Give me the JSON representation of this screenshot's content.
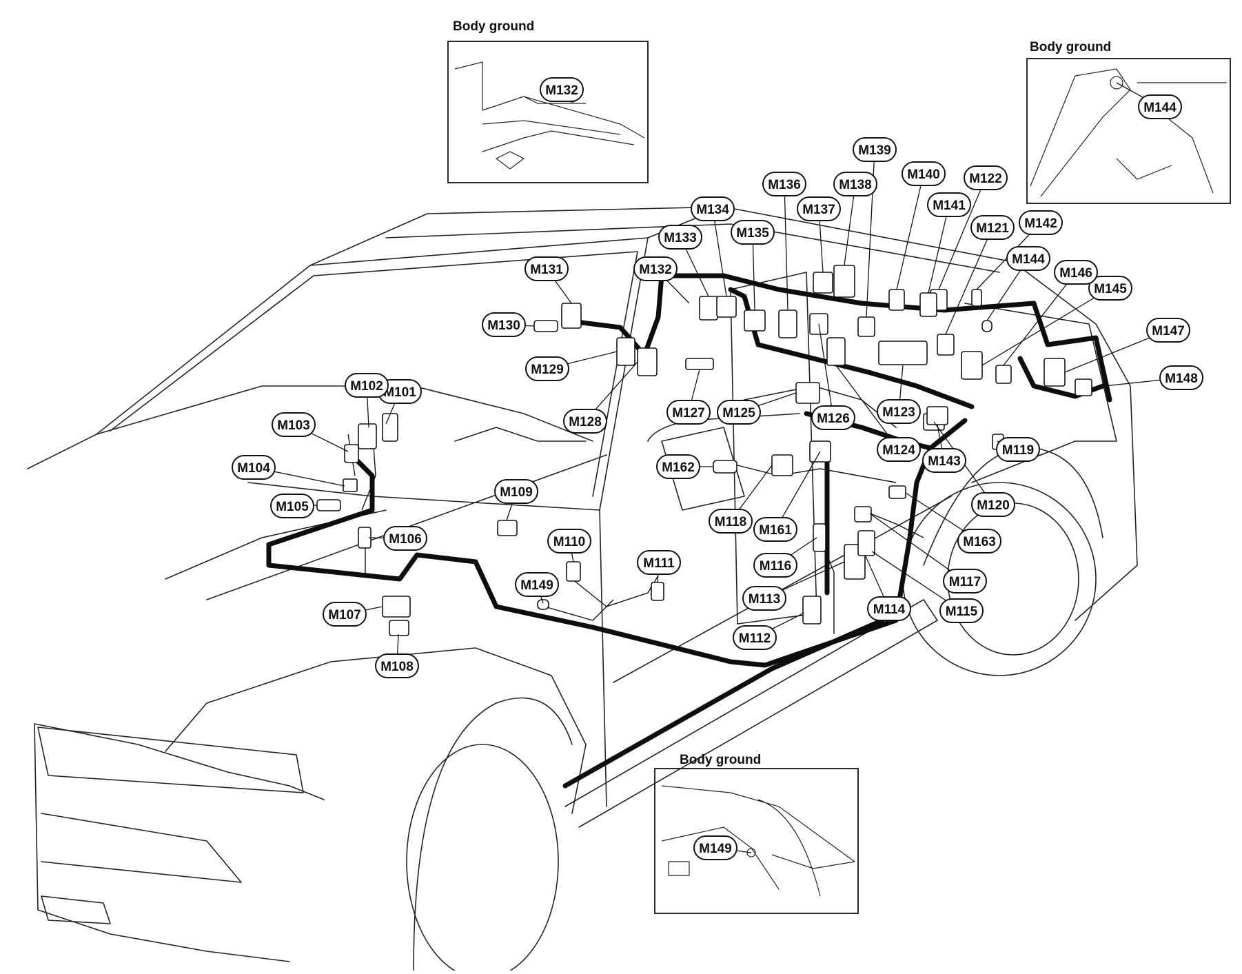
{
  "insets": [
    {
      "id": "inset-m132",
      "title": "Body ground",
      "label": "M132"
    },
    {
      "id": "inset-m144",
      "title": "Body ground",
      "label": "M144"
    },
    {
      "id": "inset-m149",
      "title": "Body ground",
      "label": "M149"
    }
  ],
  "callouts": [
    {
      "label": "M101"
    },
    {
      "label": "M102"
    },
    {
      "label": "M103"
    },
    {
      "label": "M104"
    },
    {
      "label": "M105"
    },
    {
      "label": "M106"
    },
    {
      "label": "M107"
    },
    {
      "label": "M108"
    },
    {
      "label": "M109"
    },
    {
      "label": "M110"
    },
    {
      "label": "M111"
    },
    {
      "label": "M149"
    },
    {
      "label": "M112"
    },
    {
      "label": "M113"
    },
    {
      "label": "M114"
    },
    {
      "label": "M115"
    },
    {
      "label": "M116"
    },
    {
      "label": "M117"
    },
    {
      "label": "M118"
    },
    {
      "label": "M161"
    },
    {
      "label": "M162"
    },
    {
      "label": "M163"
    },
    {
      "label": "M119"
    },
    {
      "label": "M120"
    },
    {
      "label": "M121"
    },
    {
      "label": "M122"
    },
    {
      "label": "M123"
    },
    {
      "label": "M124"
    },
    {
      "label": "M125"
    },
    {
      "label": "M126"
    },
    {
      "label": "M127"
    },
    {
      "label": "M128"
    },
    {
      "label": "M129"
    },
    {
      "label": "M130"
    },
    {
      "label": "M131"
    },
    {
      "label": "M132"
    },
    {
      "label": "M133"
    },
    {
      "label": "M134"
    },
    {
      "label": "M135"
    },
    {
      "label": "M136"
    },
    {
      "label": "M137"
    },
    {
      "label": "M138"
    },
    {
      "label": "M139"
    },
    {
      "label": "M140"
    },
    {
      "label": "M141"
    },
    {
      "label": "M142"
    },
    {
      "label": "M143"
    },
    {
      "label": "M144"
    },
    {
      "label": "M145"
    },
    {
      "label": "M146"
    },
    {
      "label": "M147"
    },
    {
      "label": "M148"
    }
  ],
  "colors": {
    "line": "#111111",
    "background": "#ffffff"
  }
}
